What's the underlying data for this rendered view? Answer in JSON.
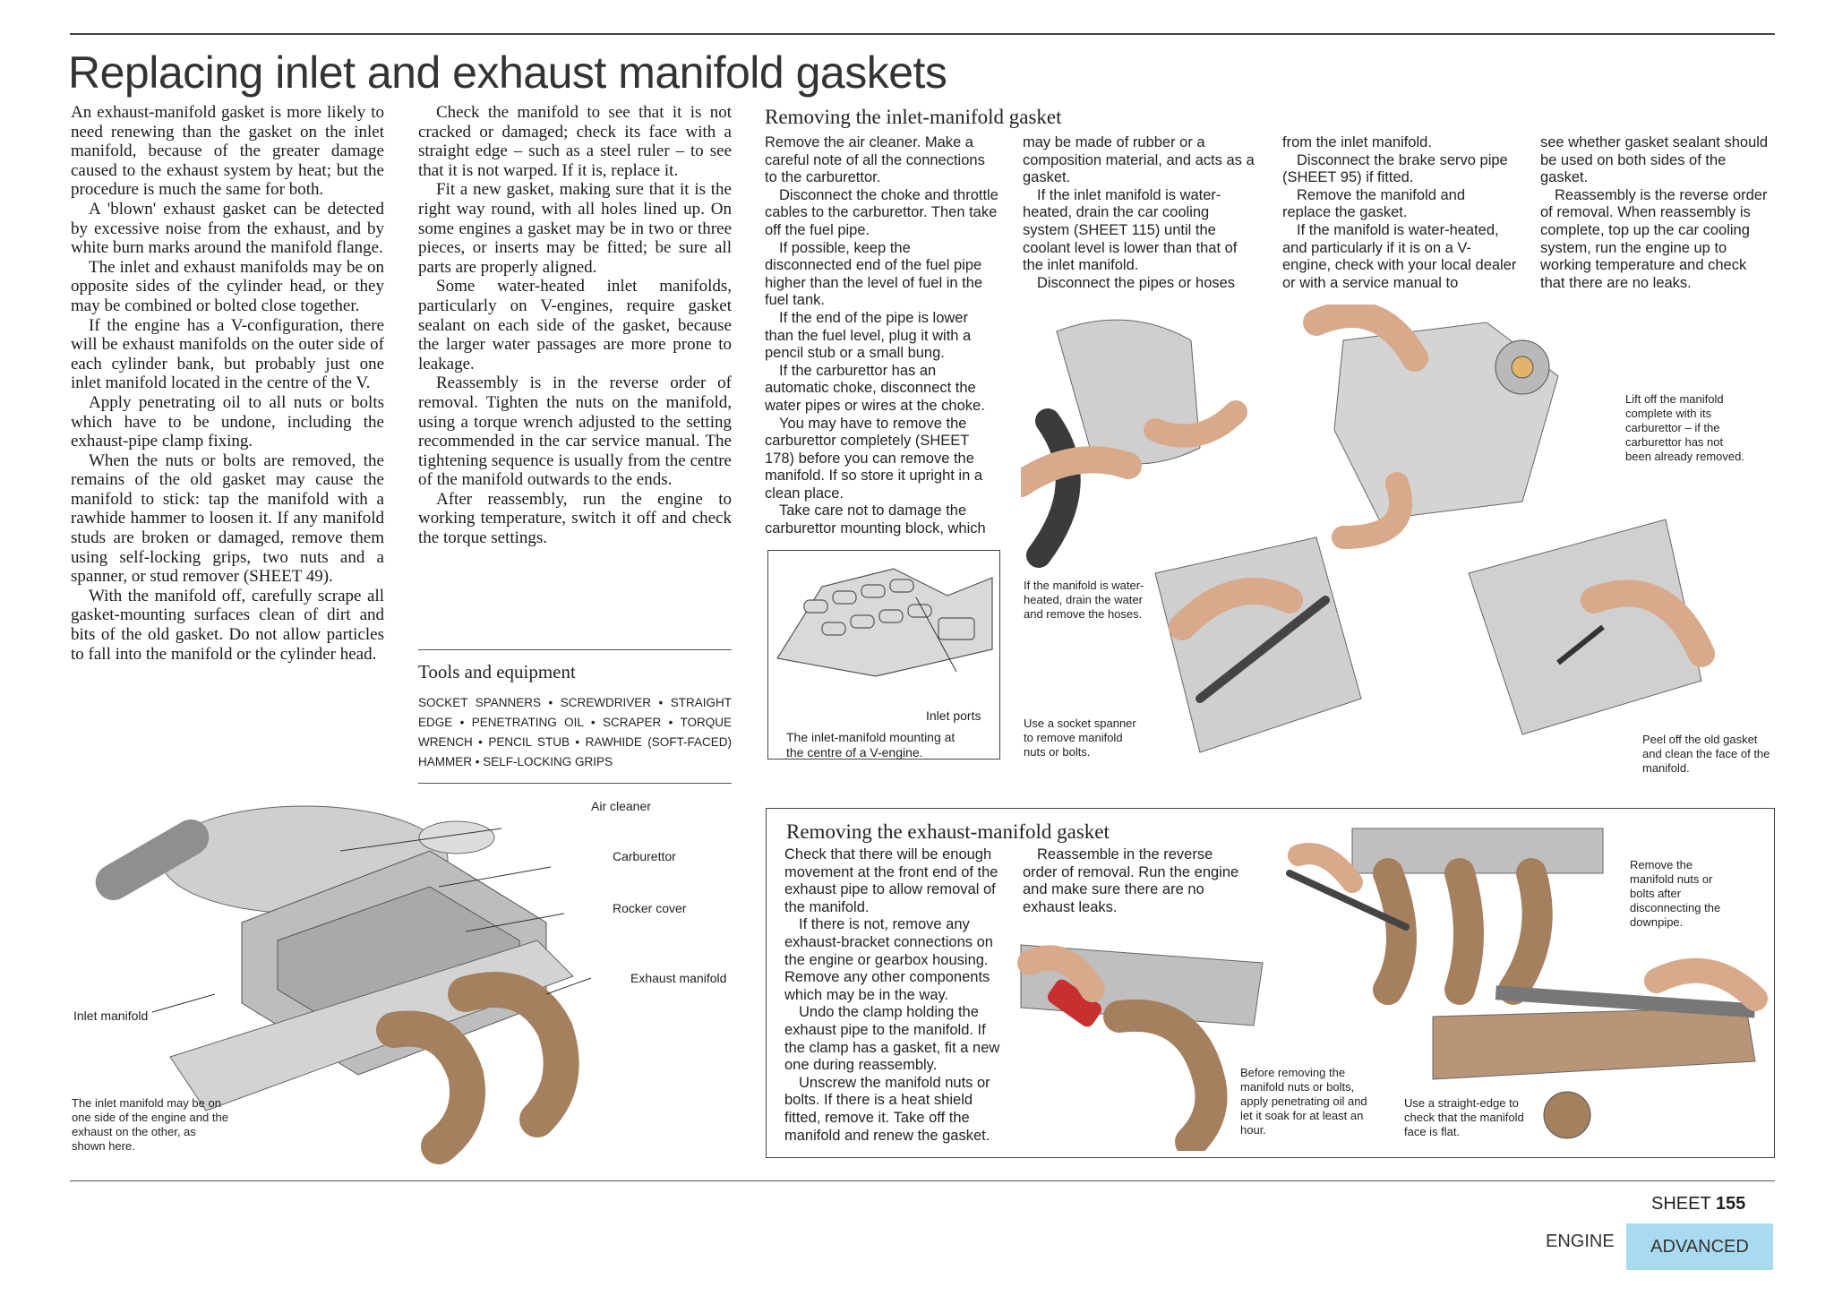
{
  "page": {
    "title": "Replacing inlet and exhaust manifold gaskets",
    "sheet_label": "SHEET",
    "sheet_number": "155",
    "section": "ENGINE",
    "level": "ADVANCED",
    "accent_color": "#a9dbf0"
  },
  "intro": {
    "col1": [
      "An exhaust-manifold gasket is more likely to need renewing than the gasket on the inlet manifold, because of the greater damage caused to the exhaust system by heat; but the procedure is much the same for both.",
      "A 'blown' exhaust gasket can be detected by excessive noise from the exhaust, and by white burn marks around the manifold flange.",
      "The inlet and exhaust manifolds may be on opposite sides of the cylinder head, or they may be combined or bolted close together.",
      "If the engine has a V-configuration, there will be exhaust manifolds on the outer side of each cylinder bank, but probably just one inlet manifold located in the centre of the V.",
      "Apply penetrating oil to all nuts or bolts which have to be undone, including the exhaust-pipe clamp fixing.",
      "When the nuts or bolts are removed, the remains of the old gasket may cause the manifold to stick: tap the manifold with a rawhide hammer to loosen it. If any manifold studs are broken or damaged, remove them using self-locking grips, two nuts and a spanner, or stud remover (SHEET 49).",
      "With the manifold off, carefully scrape all gasket-mounting surfaces clean of dirt and bits of the old gasket. Do not allow particles to fall into the manifold or the cylinder head."
    ],
    "col2": [
      "Check the manifold to see that it is not cracked or damaged; check its face with a straight edge – such as a steel ruler – to see that it is not warped. If it is, replace it.",
      "Fit a new gasket, making sure that it is the right way round, with all holes lined up. On some engines a gasket may be in two or three pieces, or inserts may be fitted; be sure all parts are properly aligned.",
      "Some water-heated inlet manifolds, particularly on V-engines, require gasket sealant on each side of the gasket, because the larger water passages are more prone to leakage.",
      "Reassembly is in the reverse order of removal. Tighten the nuts on the manifold, using a torque wrench adjusted to the setting recommended in the car service manual. The tightening sequence is usually from the centre of the manifold outwards to the ends.",
      "After reassembly, run the engine to working temperature, switch it off and check the torque settings."
    ]
  },
  "tools": {
    "heading": "Tools and equipment",
    "items": "SOCKET SPANNERS • SCREWDRIVER • STRAIGHT EDGE • PENETRATING OIL • SCRAPER • TORQUE WRENCH • PENCIL STUB • RAWHIDE (SOFT-FACED) HAMMER • SELF-LOCKING GRIPS"
  },
  "inlet": {
    "heading": "Removing the inlet-manifold gasket",
    "col1": [
      "Remove the air cleaner. Make a careful note of all the connections to the carburettor.",
      "Disconnect the choke and throttle cables to the carburettor. Then take off the fuel pipe.",
      "If possible, keep the disconnected end of the fuel pipe higher than the level of fuel in the fuel tank.",
      "If the end of the pipe is lower than the fuel level, plug it with a pencil stub or a small bung.",
      "If the carburettor has an automatic choke, disconnect the water pipes or wires at the choke.",
      "You may have to remove the carburettor completely (SHEET 178) before you can remove the manifold. If so store it upright in a clean place.",
      "Take care not to damage the carburettor mounting block, which"
    ],
    "col2": [
      "may be made of rubber or a composition material, and acts as a gasket.",
      "If the inlet manifold is water-heated, drain the car cooling system (SHEET 115) until the coolant level is lower than that of the inlet manifold.",
      "Disconnect the pipes or hoses"
    ],
    "col3": [
      "from the inlet manifold.",
      "Disconnect the brake servo pipe (SHEET 95) if fitted.",
      "Remove the manifold and replace the gasket.",
      "If the manifold is water-heated, and particularly if it is on a V-engine, check with your local dealer or with a service manual to"
    ],
    "col4": [
      "see whether gasket sealant should be used on both sides of the gasket.",
      "Reassembly is the reverse order of removal. When reassembly is complete, top up the car cooling system, run the engine up to working temperature and check that there are no leaks."
    ],
    "captions": {
      "ports": "Inlet ports",
      "mounting": "The inlet-manifold mounting at the centre of a V-engine.",
      "drain": "If the manifold is water-heated, drain the water and remove the hoses.",
      "socket": "Use a socket spanner to remove manifold nuts or bolts.",
      "lift": "Lift off the manifold complete with its carburettor – if the carburettor has not been already removed.",
      "peel": "Peel off the old gasket and clean the face of the manifold."
    }
  },
  "engine_diagram": {
    "labels": {
      "air_cleaner": "Air cleaner",
      "carburettor": "Carburettor",
      "rocker_cover": "Rocker cover",
      "exhaust_manifold": "Exhaust manifold",
      "inlet_manifold": "Inlet manifold"
    },
    "caption": "The inlet manifold may be on one side of the engine and the exhaust on the other, as shown here."
  },
  "exhaust": {
    "heading": "Removing the exhaust-manifold gasket",
    "col1": [
      "Check that there will be enough movement at the front end of the exhaust pipe to allow removal of the manifold.",
      "If there is not, remove any exhaust-bracket connections on the engine or gearbox housing. Remove any other components which may be in the way.",
      "Undo the clamp holding the exhaust pipe to the manifold. If the clamp has a gasket, fit a new one during reassembly.",
      "Unscrew the manifold nuts or bolts. If there is a heat shield fitted, remove it. Take off the manifold and renew the gasket."
    ],
    "col2": [
      "Reassemble in the reverse order of removal. Run the engine and make sure there are no exhaust leaks."
    ],
    "captions": {
      "oil": "Before removing the manifold nuts or bolts, apply penetrating oil and let it soak for at least an hour.",
      "straight_edge": "Use a straight-edge to check that the manifold face is flat.",
      "remove_nuts": "Remove the manifold nuts or bolts after disconnecting the downpipe."
    }
  }
}
